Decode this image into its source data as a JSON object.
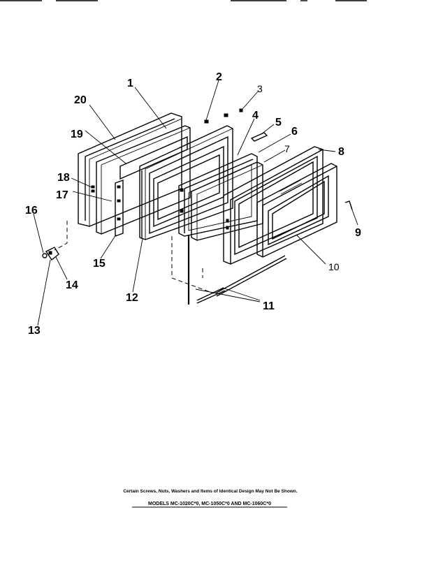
{
  "callouts": {
    "c1": "1",
    "c2": "2",
    "c3": "3",
    "c4": "4",
    "c5": "5",
    "c6": "6",
    "c7": "7",
    "c8": "8",
    "c9": "9",
    "c10": "10",
    "c11": "11",
    "c12": "12",
    "c13": "13",
    "c14": "14",
    "c15": "15",
    "c16": "16",
    "c17": "17",
    "c18": "18",
    "c19": "19",
    "c20": "20"
  },
  "footer": {
    "note": "Certain Screws, Nuts, Washers and Items of Identical Design May Not Be Shown.",
    "models": "MODELS MC-1020C*0, MC-1050C*0 AND MC-1060C*0"
  }
}
